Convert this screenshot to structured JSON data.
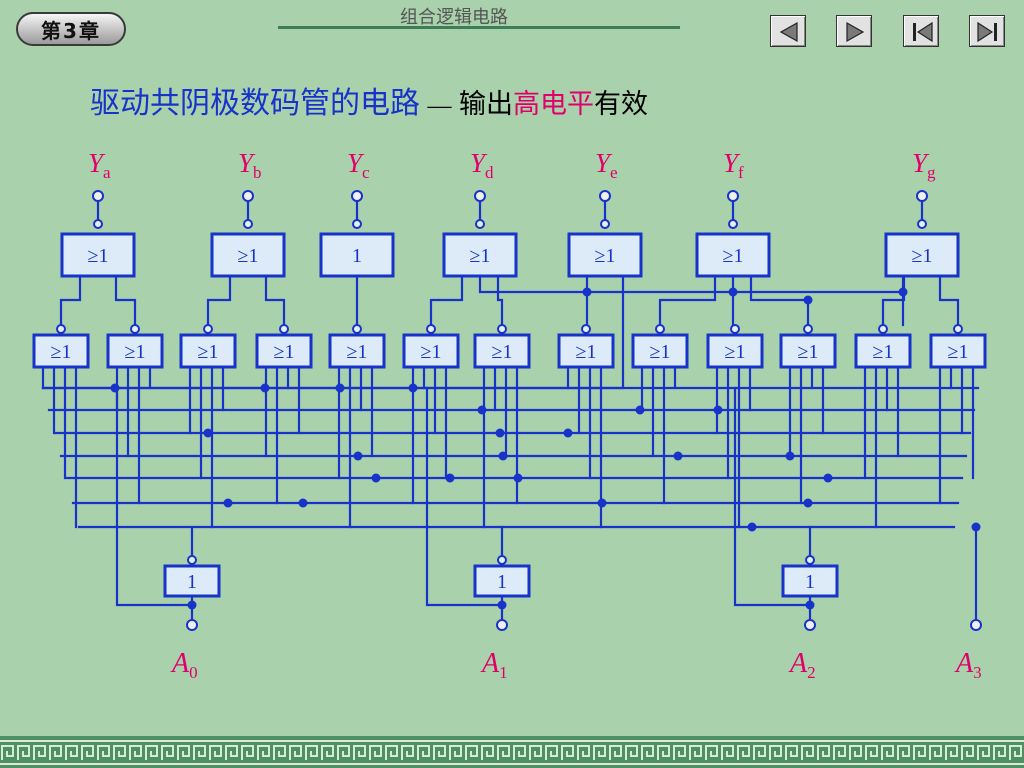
{
  "header": {
    "chapter_label": "第3章",
    "title": "组合逻辑电路"
  },
  "nav": {
    "buttons": [
      {
        "name": "previous"
      },
      {
        "name": "next"
      },
      {
        "name": "first"
      },
      {
        "name": "last"
      }
    ]
  },
  "slide_title": {
    "main": "驱动共阴极数码管的电路",
    "dash": "—",
    "output": "输出",
    "level": "高电平",
    "effective": "有效"
  },
  "outputs": [
    {
      "letter": "Y",
      "sub": "a"
    },
    {
      "letter": "Y",
      "sub": "b"
    },
    {
      "letter": "Y",
      "sub": "c"
    },
    {
      "letter": "Y",
      "sub": "d"
    },
    {
      "letter": "Y",
      "sub": "e"
    },
    {
      "letter": "Y",
      "sub": "f"
    },
    {
      "letter": "Y",
      "sub": "g"
    }
  ],
  "output_gates": [
    "≥1",
    "≥1",
    "1",
    "≥1",
    "≥1",
    "≥1",
    "≥1"
  ],
  "middle_gates": [
    "≥1",
    "≥1",
    "≥1",
    "≥1",
    "≥1",
    "≥1",
    "≥1",
    "≥1",
    "≥1",
    "≥1",
    "≥1",
    "≥1",
    "≥1"
  ],
  "input_buffers": [
    "1",
    "1",
    "1"
  ],
  "inputs": [
    {
      "letter": "A",
      "sub": "0"
    },
    {
      "letter": "A",
      "sub": "1"
    },
    {
      "letter": "A",
      "sub": "2"
    },
    {
      "letter": "A",
      "sub": "3"
    }
  ],
  "colors": {
    "background": "#a9d1ab",
    "wire": "#1733c9",
    "gate_fill": "#dcebf7",
    "label_red": "#e0006c",
    "title_blue": "#1733c9"
  }
}
